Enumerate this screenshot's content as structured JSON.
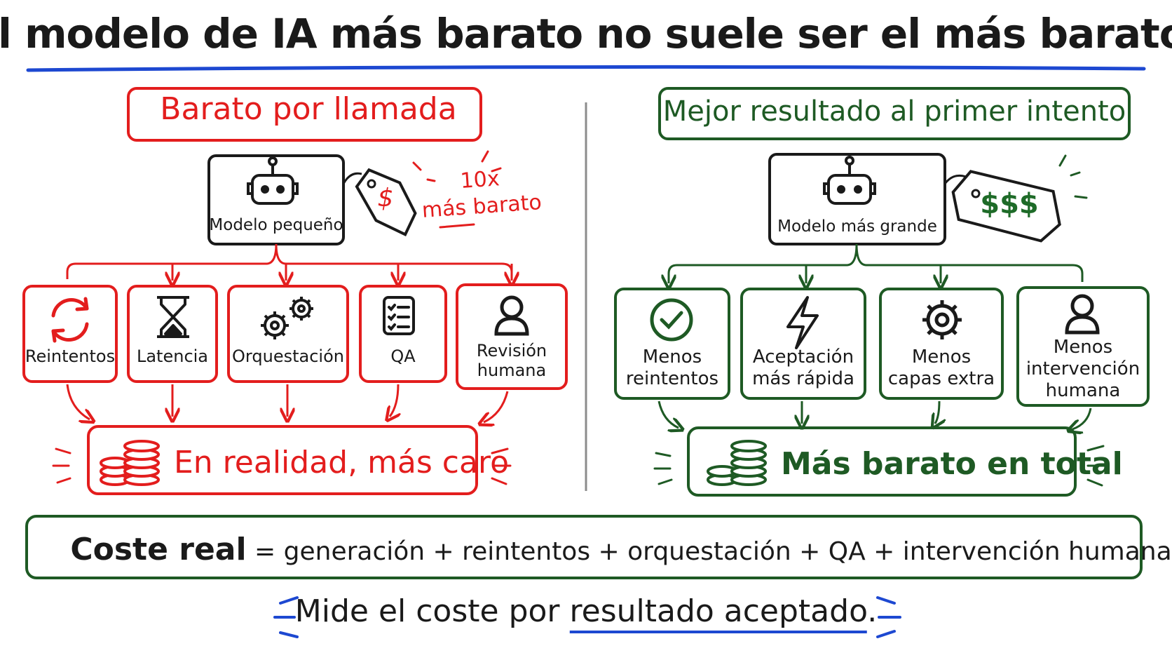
{
  "title": "El modelo de IA más barato no suele ser el más barato.",
  "left": {
    "heading": "Barato por llamada",
    "model": "Modelo pequeño",
    "price_tag": "$",
    "note_line1": "10x",
    "note_line2": "más barato",
    "items": [
      {
        "label": "Reintentos",
        "icon": "refresh-icon"
      },
      {
        "label": "Latencia",
        "icon": "hourglass-icon"
      },
      {
        "label": "Orquestación",
        "icon": "gears-icon"
      },
      {
        "label": "QA",
        "icon": "checklist-icon"
      },
      {
        "label_line1": "Revisión",
        "label_line2": "humana",
        "icon": "person-icon"
      }
    ],
    "result": "En realidad, más caro"
  },
  "right": {
    "heading": "Mejor resultado al primer intento",
    "model": "Modelo más grande",
    "price_tag": "$$$",
    "items": [
      {
        "label_line1": "Menos",
        "label_line2": "reintentos",
        "icon": "check-circle-icon"
      },
      {
        "label_line1": "Aceptación",
        "label_line2": "más rápida",
        "icon": "lightning-icon"
      },
      {
        "label_line1": "Menos",
        "label_line2": "capas extra",
        "icon": "gear-icon"
      },
      {
        "label_line1": "Menos",
        "label_line2": "intervención",
        "label_line3": "humana",
        "icon": "person-icon"
      }
    ],
    "result": "Más barato en total"
  },
  "formula": {
    "lead": "Coste real",
    "rest": "= generación + reintentos + orquestación + QA + intervención humana"
  },
  "footer": {
    "before": "Mide el coste por ",
    "emph": "resultado aceptado",
    "after": "."
  },
  "colors": {
    "red": "#e31d1d",
    "green": "#1e5a24",
    "blue": "#1d48d1",
    "ink": "#1a1a1a"
  }
}
